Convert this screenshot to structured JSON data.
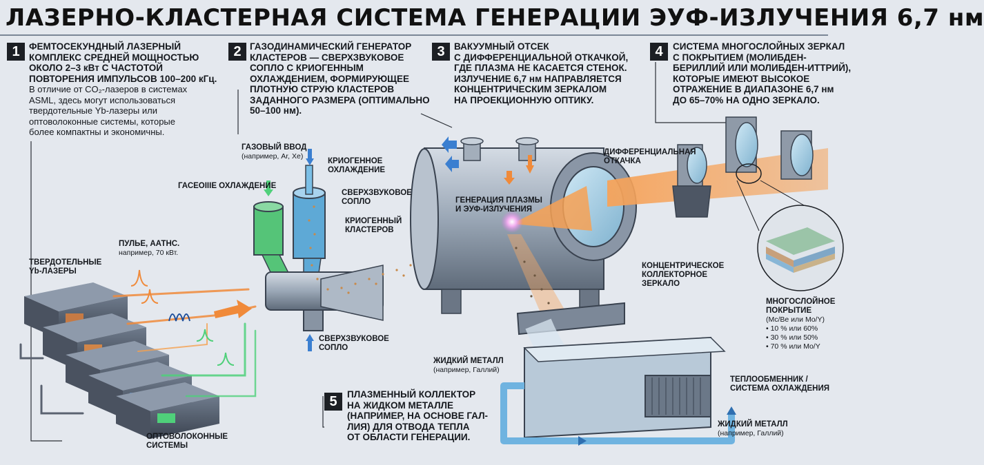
{
  "title": "ЛАЗЕРНО-КЛАСТЕРНАЯ СИСТЕМА ГЕНЕРАЦИИ ЭУФ-ИЗЛУЧЕНИЯ 6,7 нм",
  "steps": [
    {
      "num": "1",
      "lines": [
        "ФЕМТОСЕКУНДНЫЙ ЛАЗЕРНЫЙ",
        "КОМПЛЕКС СРЕДНЕЙ МОЩНОСТЬЮ",
        "ОКОЛО 2–3 кВт С ЧАСТОТОЙ",
        "ПОВТОРЕНИЯ ИМПУЛЬСОВ 100–200 кГц."
      ],
      "notes": [
        "В отличие от CO₂-лазеров в системах",
        "ASML, здесь могут использоваться",
        "твердотельные Yb-лазеры или",
        "оптоволоконные системы, которые",
        "более компактны и экономичны."
      ]
    },
    {
      "num": "2",
      "lines": [
        "ГАЗОДИНАМИЧЕСКИЙ ГЕНЕРАТОР",
        "КЛАСТЕРОВ — СВЕРХЗВУКОВОЕ",
        "СОПЛО С КРИОГЕННЫМ",
        "ОХЛАЖДЕНИЕМ, ФОРМИРУЮЩЕЕ",
        "ПЛОТНУЮ СТРУЮ КЛАСТЕРОВ",
        "ЗАДАННОГО РАЗМЕРА (ОПТИМАЛЬНО",
        "50–100 нм)."
      ],
      "notes": []
    },
    {
      "num": "3",
      "lines": [
        "ВАКУУМНЫЙ ОТСЕК",
        "С ДИФФЕРЕНЦИАЛЬНОЙ ОТКАЧКОЙ,",
        "ГДЕ ПЛАЗМА НЕ КАСАЕТСЯ СТЕНОК.",
        "ИЗЛУЧЕНИЕ 6,7 нм НАПРАВЛЯЕТСЯ",
        "КОНЦЕНТРИЧЕСКИМ ЗЕРКАЛОМ",
        "НА ПРОЕКЦИОННУЮ ОПТИКУ."
      ],
      "notes": []
    },
    {
      "num": "4",
      "lines": [
        "СИСТЕМА МНОГОСЛОЙНЫХ ЗЕРКАЛ",
        "С ПОКРЫТИЕМ (МОЛИБДЕН-",
        "БЕРИЛЛИЙ ИЛИ МОЛИБДЕН-ИТТРИЙ),",
        "КОТОРЫЕ ИМЕЮТ ВЫСОКОЕ",
        "ОТРАЖЕНИЕ В ДИАПАЗОНЕ 6,7 нм",
        "ДО 65–70% НА ОДНО ЗЕРКАЛО."
      ],
      "notes": []
    },
    {
      "num": "5",
      "lines": [
        "ПЛАЗМЕННЫЙ КОЛЛЕКТОР",
        "НА ЖИДКОМ МЕТАЛЛЕ",
        "(НАПРИМЕР, НА ОСНОВЕ ГАЛ-",
        "ЛИЯ) ДЛЯ ОТВОДА ТЕПЛА",
        "ОТ ОБЛАСТИ ГЕНЕРАЦИИ."
      ],
      "notes": []
    }
  ],
  "labels": {
    "solid_lasers": [
      "ТВЕРДОТЕЛЬНЫЕ",
      "Yb-ЛАЗЕРЫ"
    ],
    "pulse": [
      "ПУЛЬЕ, ААТНС.",
      "например, 70 кВт."
    ],
    "fiber": [
      "ОПТОВОЛОКОННЫЕ",
      "СИСТЕМЫ"
    ],
    "gas_input": [
      "ГАЗОВЫЙ ВВОД",
      "(например, Ar, Xe)"
    ],
    "gas_cooling": "ГАСЕОIIIE ОХЛАЖДЕНИЕ",
    "cryo_cooling": [
      "КРИОГЕННОЕ",
      "ОХЛАЖДЕНИЕ"
    ],
    "supersonic_nozzle_top": [
      "СВЕРХЗВУКОВОЕ",
      "СОПЛО"
    ],
    "cryo_clusters": [
      "КРИОГЕННЫЙ",
      "КЛАСТЕРОВ"
    ],
    "supersonic_nozzle_bottom": [
      "СВЕРХЗВУКОВОЕ",
      "СОПЛО"
    ],
    "plasma_gen": [
      "ГЕНЕРАЦИЯ ПЛАЗМЫ",
      "И ЭУФ-ИЗЛУЧЕНИЯ"
    ],
    "diff_pump": [
      "ДИФФЕРЕНЦИАЛЬНАЯ",
      "ОТКАЧКА"
    ],
    "collector_mirror": [
      "КОНЦЕНТРИЧЕСКОЕ",
      "КОЛЛЕКТОРНОЕ",
      "ЗЕРКАЛО"
    ],
    "multilayer": [
      "МНОГОСЛОЙНОЕ",
      "ПОКРЫТИЕ"
    ],
    "multilayer_sub": "(Mc/Be или Mo/Y)",
    "multilayer_items": [
      "• 10 % или 60%",
      "• 30 % или 50%",
      "• 70 % или Mo/Y"
    ],
    "liquid_metal_left": [
      "ЖИДКИЙ МЕТАЛЛ",
      "(например, Галлий)"
    ],
    "heat_exchanger": [
      "ТЕПЛООБМЕННИК /",
      "СИСТЕМА ОХЛАЖДЕНИЯ"
    ],
    "liquid_metal_right": [
      "ЖИДКИЙ МЕТАЛЛ",
      "(например, Галлий)"
    ]
  },
  "colors": {
    "beam_orange": "#f08a3a",
    "fiber_green": "#4fd07a",
    "steel": "#9aa7b6",
    "liquid": "#b8c9d8",
    "dark": "#1c1f24"
  }
}
